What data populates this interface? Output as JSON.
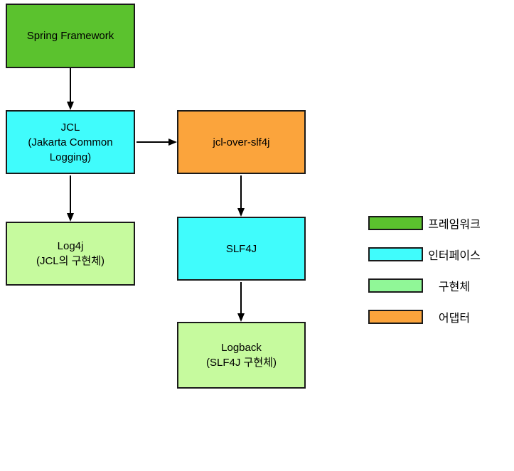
{
  "diagram": {
    "nodes": {
      "spring": {
        "type": "framework",
        "lines": [
          "Spring Framework"
        ]
      },
      "jcl": {
        "type": "interface",
        "lines": [
          "JCL",
          "(Jakarta Common",
          "Logging)"
        ]
      },
      "jcl_over_slf4j": {
        "type": "adapter",
        "lines": [
          "jcl-over-slf4j"
        ]
      },
      "log4j": {
        "type": "implementation",
        "lines": [
          "Log4j",
          "(JCL의 구현체)"
        ]
      },
      "slf4j": {
        "type": "interface",
        "lines": [
          "SLF4J"
        ]
      },
      "logback": {
        "type": "implementation",
        "lines": [
          "Logback",
          "(SLF4J 구현체)"
        ]
      }
    },
    "edges": [
      {
        "from": "spring",
        "to": "jcl",
        "direction": "down"
      },
      {
        "from": "jcl",
        "to": "jcl_over_slf4j",
        "direction": "right"
      },
      {
        "from": "jcl",
        "to": "log4j",
        "direction": "down"
      },
      {
        "from": "jcl_over_slf4j",
        "to": "slf4j",
        "direction": "down"
      },
      {
        "from": "slf4j",
        "to": "logback",
        "direction": "down"
      }
    ],
    "legend": {
      "items": [
        {
          "label": "프레임워크",
          "color": "#5BC22E"
        },
        {
          "label": "인터페이스",
          "color": "#40FCFC"
        },
        {
          "label": "구현체",
          "color": "#90F797"
        },
        {
          "label": "어댑터",
          "color": "#FBA43C"
        }
      ]
    },
    "colors": {
      "framework": "#5BC22E",
      "interface": "#40FCFC",
      "implementation": "#C6FA9E",
      "adapter": "#FBA43C",
      "border": "#1A1A1A",
      "arrow": "#000000",
      "background": "#FFFFFF",
      "text": "#000000"
    }
  }
}
